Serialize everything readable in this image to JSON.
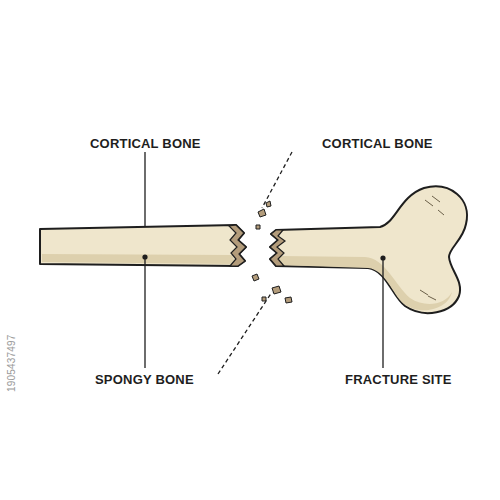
{
  "diagram": {
    "labels": [
      "CORTICAL BONE",
      "CORTICAL BONE",
      "SPONGY BONE",
      "FRACTURE SITE",
      "1905437497"
    ]
  }
}
